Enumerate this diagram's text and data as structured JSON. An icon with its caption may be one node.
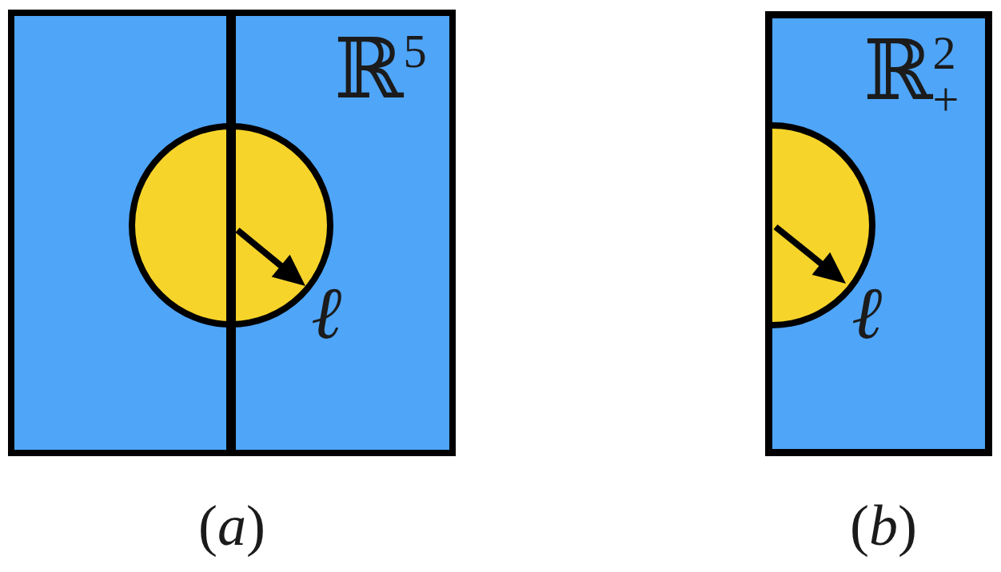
{
  "diagram": {
    "nodes": [
      {
        "text": [
          "ℝ$^{5}$"
        ],
        "beside": [
          "(*a*)"
        ]
      },
      {
        "text": [],
        "shape": "circle",
        "in": 0
      },
      {
        "text": [
          "ℝ$^{2}$$_{+}$"
        ],
        "beside": [
          "(*b*)"
        ]
      },
      {
        "text": [],
        "shape": "semicircle",
        "in": 2
      }
    ],
    "labels": [
      "ℓ",
      "ℓ"
    ]
  }
}
